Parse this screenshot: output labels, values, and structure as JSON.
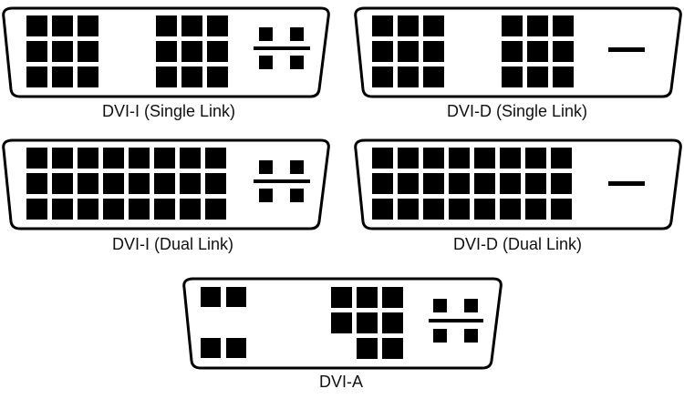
{
  "connectors": [
    {
      "id": "dvi-i-single",
      "label": "DVI-I (Single Link)",
      "type": "dvi-i"
    },
    {
      "id": "dvi-d-single",
      "label": "DVI-D (Single Link)",
      "type": "dvi-d"
    },
    {
      "id": "dvi-i-dual",
      "label": "DVI-I (Dual Link)",
      "type": "dvi-i"
    },
    {
      "id": "dvi-d-dual",
      "label": "DVI-D (Dual Link)",
      "type": "dvi-d"
    },
    {
      "id": "dvi-a",
      "label": "DVI-A",
      "type": "dvi-a"
    }
  ],
  "colors": {
    "stroke": "#000000",
    "fill": "#ffffff",
    "pin": "#000000"
  }
}
